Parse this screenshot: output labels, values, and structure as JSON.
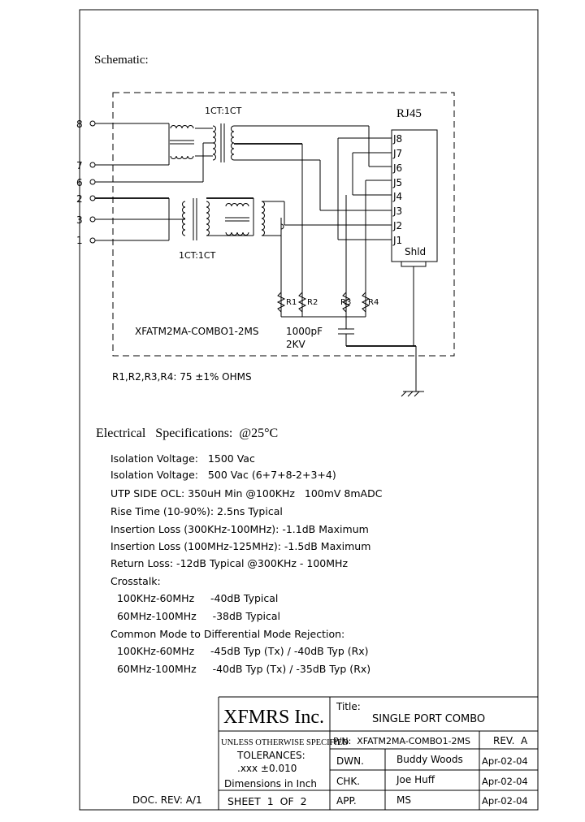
{
  "schematic": {
    "heading": "Schematic:",
    "transformer_top_label": "1CT:1CT",
    "transformer_bottom_label": "1CT:1CT",
    "connector_title": "RJ45",
    "connector_pins": [
      "J8",
      "J7",
      "J6",
      "J5",
      "J4",
      "J3",
      "J2",
      "J1"
    ],
    "connector_shield": "Shld",
    "left_pins": [
      "8",
      "7",
      "6",
      "2",
      "3",
      "1"
    ],
    "resistors": [
      "R1",
      "R2",
      "R3",
      "R4"
    ],
    "part_label": "XFATM2MA-COMBO1-2MS",
    "capacitor_value": "1000pF",
    "capacitor_voltage": "2KV",
    "resistor_note": "R1,R2,R3,R4:  75  ±1%  OHMS"
  },
  "electrical": {
    "heading": "Electrical   Specifications:  @25°C",
    "lines": [
      "Isolation Voltage:   1500 Vac",
      "Isolation Voltage:   500 Vac (6+7+8-2+3+4)",
      "UTP SIDE OCL: 350uH Min @100KHz   100mV 8mADC",
      "Rise Time (10-90%): 2.5ns Typical",
      "Insertion Loss (300KHz-100MHz): -1.1dB Maximum",
      "Insertion Loss (100MHz-125MHz): -1.5dB Maximum",
      "Return Loss: -12dB Typical @300KHz - 100MHz",
      "Crosstalk:",
      "  100KHz-60MHz     -40dB Typical",
      "  60MHz-100MHz     -38dB Typical",
      "Common Mode to Differential Mode Rejection:",
      "  100KHz-60MHz     -45dB Typ (Tx) / -40dB Typ (Rx)",
      "  60MHz-100MHz     -40dB Typ (Tx) / -35dB Typ (Rx)"
    ]
  },
  "title_block": {
    "company": "XFMRS Inc.",
    "title_label": "Title:",
    "title": "SINGLE PORT COMBO",
    "tolerance_note": "UNLESS OTHERWISE SPECIFIED",
    "tolerances_label": "TOLERANCES:",
    "tolerance_value": ".xxx ±0.010",
    "dimensions": "Dimensions in Inch",
    "sheet": "SHEET  1  OF  2",
    "pn": "P/N:  XFATM2MA-COMBO1-2MS",
    "rev": "REV.  A",
    "rows": [
      {
        "role": "DWN.",
        "name": "Buddy Woods",
        "date": "Apr-02-04"
      },
      {
        "role": "CHK.",
        "name": "Joe Huff",
        "date": "Apr-02-04"
      },
      {
        "role": "APP.",
        "name": "MS",
        "date": "Apr-02-04"
      }
    ],
    "doc_rev": "DOC. REV: A/1"
  }
}
